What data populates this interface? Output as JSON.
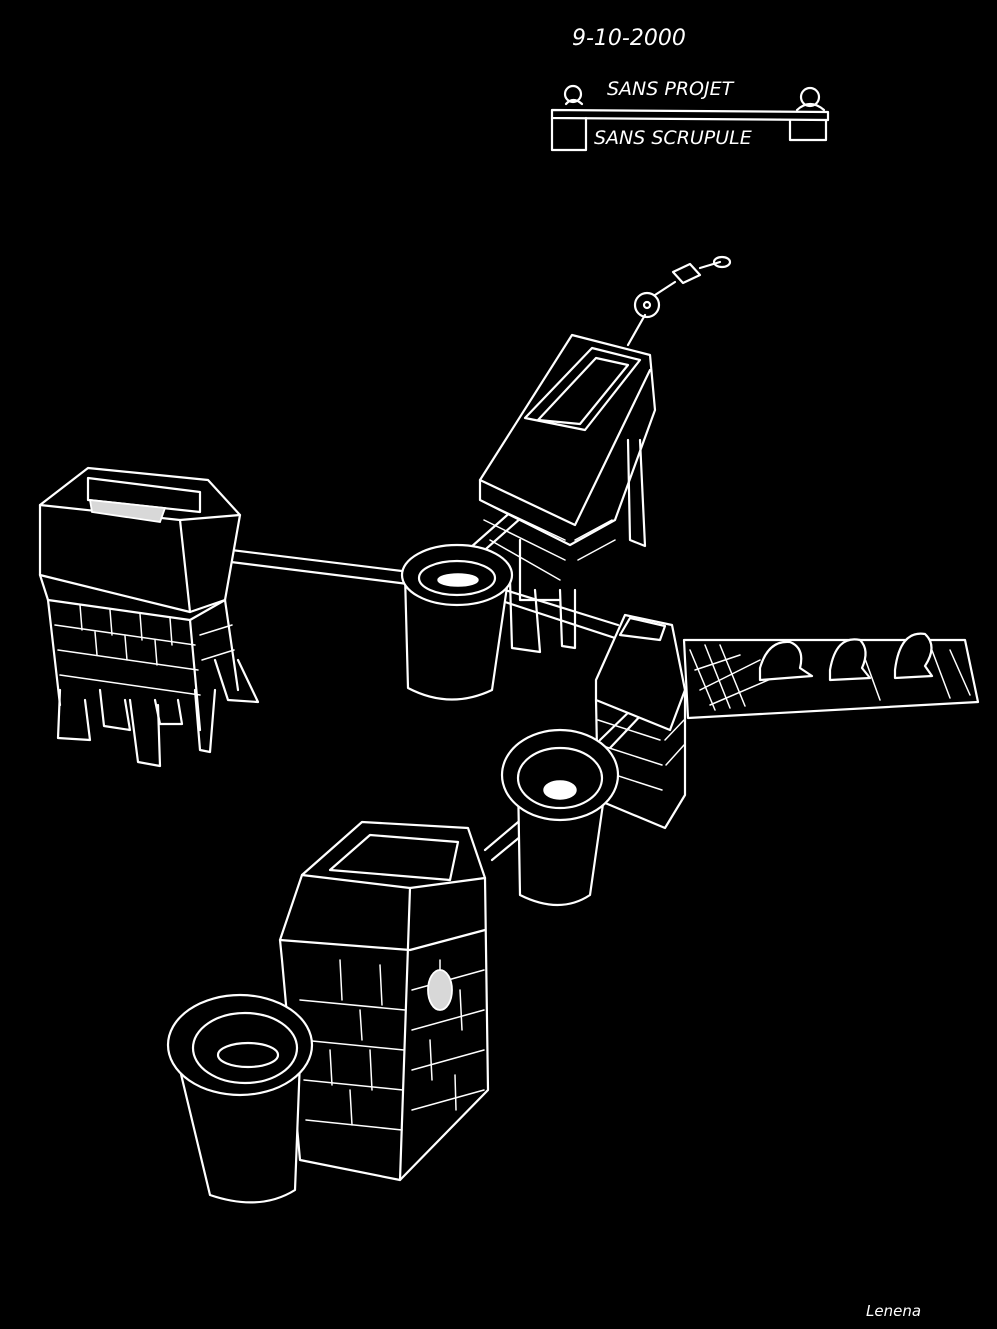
{
  "drawing": {
    "date": "9-10-2000",
    "caption_top": "SANS PROJET",
    "caption_bottom": "SANS SCRUPULE",
    "signature": "Lenena",
    "colors": {
      "background": "#000000",
      "line": "#ffffff",
      "fill_highlight": "#d8d8d8"
    }
  }
}
